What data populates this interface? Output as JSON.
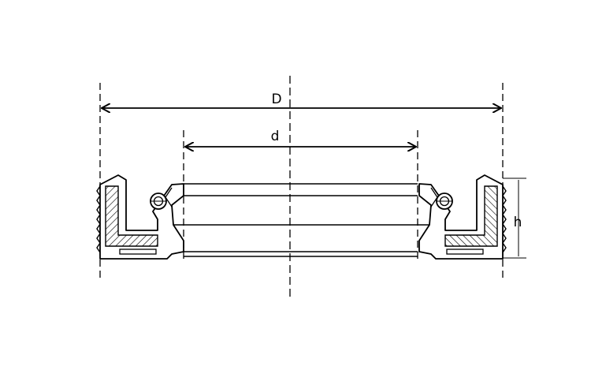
{
  "diagram": {
    "labels": {
      "outer_diameter": "D",
      "inner_diameter": "d",
      "height": "h"
    },
    "colors": {
      "stroke": "#000000",
      "background": "#ffffff"
    }
  }
}
